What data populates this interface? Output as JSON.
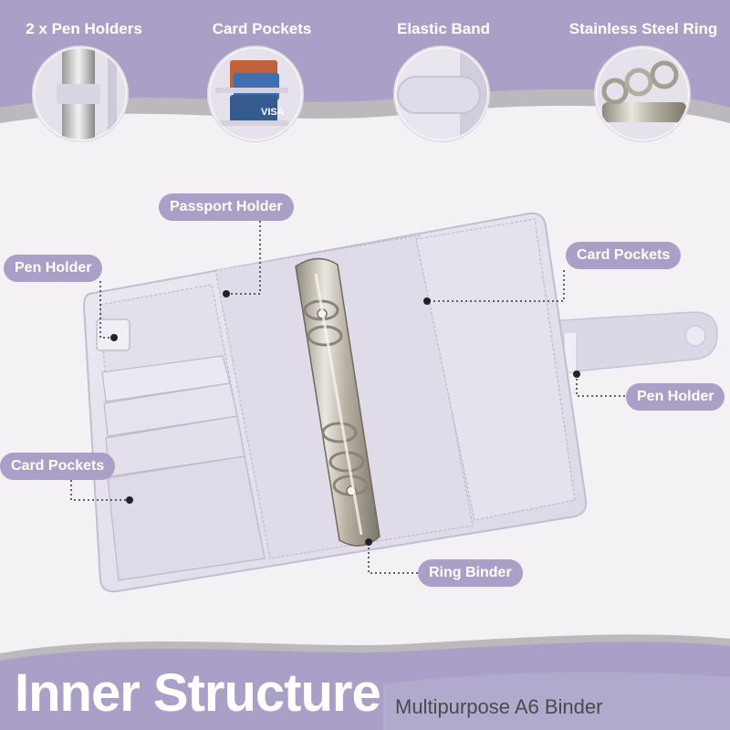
{
  "features": [
    {
      "label": "2 x Pen Holders",
      "icon": "pen-holder-closeup"
    },
    {
      "label": "Card Pockets",
      "icon": "card-pockets-closeup"
    },
    {
      "label": "Elastic Band",
      "icon": "elastic-band-closeup"
    },
    {
      "label": "Stainless Steel Ring",
      "icon": "steel-ring-closeup"
    }
  ],
  "callouts": {
    "passport_holder": "Passport Holder",
    "pen_holder_left": "Pen Holder",
    "card_pockets_right": "Card Pockets",
    "pen_holder_right": "Pen Holder",
    "card_pockets_left": "Card Pockets",
    "ring_binder": "Ring Binder"
  },
  "card_brand": "VISA",
  "footer": {
    "title": "Inner Structure",
    "subtitle": "Multipurpose A6 Binder"
  },
  "colors": {
    "accent_purple": "#aaa0c7",
    "binder_lavender": "#e4e0ec",
    "ring_silver": "#c9c4b8",
    "background": "#f3f1f4"
  }
}
